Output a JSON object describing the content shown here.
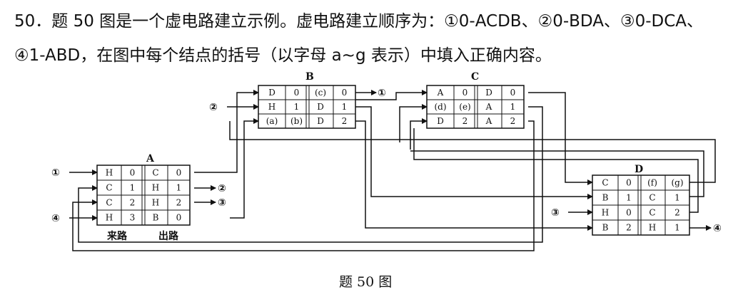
{
  "question": {
    "line1": "50．题 50 图是一个虚电路建立示例。虚电路建立顺序为：①0-ACDB、②0-BDA、③0-DCA、",
    "line2": "④1-ABD，在图中每个结点的括号（以字母 a~g 表示）中填入正确内容。"
  },
  "figure": {
    "caption": "题 50 图",
    "nodes": {
      "A": {
        "title": "A",
        "rows": [
          [
            "H",
            "0",
            "C",
            "0"
          ],
          [
            "C",
            "1",
            "H",
            "1"
          ],
          [
            "C",
            "2",
            "H",
            "2"
          ],
          [
            "H",
            "3",
            "B",
            "0"
          ]
        ],
        "in_label": "来路",
        "out_label": "出路"
      },
      "B": {
        "title": "B",
        "rows": [
          [
            "D",
            "0",
            "(c)",
            "0"
          ],
          [
            "H",
            "1",
            "D",
            "1"
          ],
          [
            "(a)",
            "(b)",
            "D",
            "2"
          ]
        ]
      },
      "C": {
        "title": "C",
        "rows": [
          [
            "A",
            "0",
            "D",
            "0"
          ],
          [
            "(d)",
            "(e)",
            "A",
            "1"
          ],
          [
            "D",
            "2",
            "A",
            "2"
          ]
        ]
      },
      "D": {
        "title": "D",
        "rows": [
          [
            "C",
            "0",
            "(f)",
            "(g)"
          ],
          [
            "B",
            "1",
            "C",
            "1"
          ],
          [
            "H",
            "0",
            "C",
            "2"
          ],
          [
            "B",
            "2",
            "H",
            "1"
          ]
        ]
      }
    },
    "markers": [
      "①",
      "②",
      "③",
      "④"
    ]
  }
}
